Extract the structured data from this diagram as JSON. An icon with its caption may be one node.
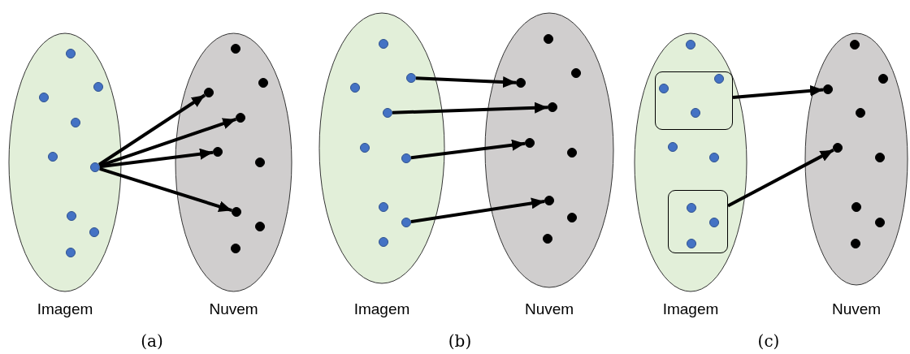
{
  "diagram": {
    "nodes": [
      {
        "text": [
          "Imagem"
        ]
      },
      {
        "text": [],
        "shape": "circle",
        "in": 0
      },
      {
        "text": [],
        "shape": "circle",
        "in": 0
      },
      {
        "text": [],
        "shape": "circle",
        "in": 0
      },
      {
        "text": [],
        "shape": "circle",
        "in": 0
      },
      {
        "text": [],
        "shape": "circle",
        "in": 0
      },
      {
        "text": [],
        "shape": "circle",
        "in": 0
      },
      {
        "text": [],
        "shape": "circle",
        "in": 0
      },
      {
        "text": [],
        "shape": "circle",
        "in": 0
      },
      {
        "text": [],
        "shape": "circle",
        "in": 0
      },
      {
        "text": [
          "Nuvem"
        ]
      },
      {
        "text": [],
        "shape": "circle",
        "in": 10
      },
      {
        "text": [],
        "shape": "circle",
        "in": 10
      },
      {
        "text": [],
        "shape": "circle",
        "in": 10
      },
      {
        "text": [],
        "shape": "circle",
        "in": 10
      },
      {
        "text": [],
        "shape": "circle",
        "in": 10
      },
      {
        "text": [],
        "shape": "circle",
        "in": 10
      },
      {
        "text": [],
        "shape": "circle",
        "in": 10
      },
      {
        "text": [],
        "shape": "circle",
        "in": 10
      },
      {
        "text": [],
        "shape": "circle",
        "in": 10
      },
      {
        "text": [
          "Imagem"
        ]
      },
      {
        "text": [],
        "shape": "circle",
        "in": 20
      },
      {
        "text": [],
        "shape": "circle",
        "in": 20
      },
      {
        "text": [],
        "shape": "circle",
        "in": 20
      },
      {
        "text": [],
        "shape": "circle",
        "in": 20
      },
      {
        "text": [],
        "shape": "circle",
        "in": 20
      },
      {
        "text": [],
        "shape": "circle",
        "in": 20
      },
      {
        "text": [],
        "shape": "circle",
        "in": 20
      },
      {
        "text": [],
        "shape": "circle",
        "in": 20
      },
      {
        "text": [],
        "shape": "circle",
        "in": 20
      },
      {
        "text": [
          "Nuvem"
        ]
      },
      {
        "text": [],
        "shape": "circle",
        "in": 30
      },
      {
        "text": [],
        "shape": "circle",
        "in": 30
      },
      {
        "text": [],
        "shape": "circle",
        "in": 30
      },
      {
        "text": [],
        "shape": "circle",
        "in": 30
      },
      {
        "text": [],
        "shape": "circle",
        "in": 30
      },
      {
        "text": [],
        "shape": "circle",
        "in": 30
      },
      {
        "text": [],
        "shape": "circle",
        "in": 30
      },
      {
        "text": [],
        "shape": "circle",
        "in": 30
      },
      {
        "text": [],
        "shape": "circle",
        "in": 30
      },
      {
        "text": [
          "Imagem"
        ]
      },
      {
        "text": [],
        "shape": "circle",
        "in": 40
      },
      {
        "text": [],
        "shape": "box",
        "in": 40
      },
      {
        "text": [],
        "shape": "circle",
        "in": 42
      },
      {
        "text": [],
        "shape": "circle",
        "in": 42
      },
      {
        "text": [],
        "shape": "circle",
        "in": 42
      },
      {
        "text": [],
        "shape": "circle",
        "in": 40
      },
      {
        "text": [],
        "shape": "circle",
        "in": 40
      },
      {
        "text": [],
        "shape": "box",
        "in": 40
      },
      {
        "text": [],
        "shape": "circle",
        "in": 48
      },
      {
        "text": [],
        "shape": "circle",
        "in": 48
      },
      {
        "text": [],
        "shape": "circle",
        "in": 48
      },
      {
        "text": [
          "Nuvem"
        ]
      },
      {
        "text": [],
        "shape": "circle",
        "in": 52
      },
      {
        "text": [],
        "shape": "circle",
        "in": 52
      },
      {
        "text": [],
        "shape": "circle",
        "in": 52
      },
      {
        "text": [],
        "shape": "circle",
        "in": 52
      },
      {
        "text": [],
        "shape": "circle",
        "in": 52
      },
      {
        "text": [],
        "shape": "circle",
        "in": 52
      },
      {
        "text": [],
        "shape": "circle",
        "in": 52
      },
      {
        "text": [],
        "shape": "circle",
        "in": 52
      },
      {
        "text": [],
        "shape": "circle",
        "in": 52
      }
    ],
    "edges": [
      {
        "from": 6,
        "to": 13,
        "arrow": "to"
      },
      {
        "from": 6,
        "to": 14,
        "arrow": "to"
      },
      {
        "from": 6,
        "to": 15,
        "arrow": "to"
      },
      {
        "from": 6,
        "to": 17,
        "arrow": "to"
      },
      {
        "from": 22,
        "to": 33,
        "arrow": "to"
      },
      {
        "from": 24,
        "to": 34,
        "arrow": "to"
      },
      {
        "from": 26,
        "to": 35,
        "arrow": "to"
      },
      {
        "from": 28,
        "to": 37,
        "arrow": "to"
      },
      {
        "from": 42,
        "to": 55,
        "arrow": "to"
      },
      {
        "from": 48,
        "to": 57,
        "arrow": "to"
      }
    ],
    "labels": [
      "(a)",
      "(b)",
      "(c)"
    ]
  }
}
